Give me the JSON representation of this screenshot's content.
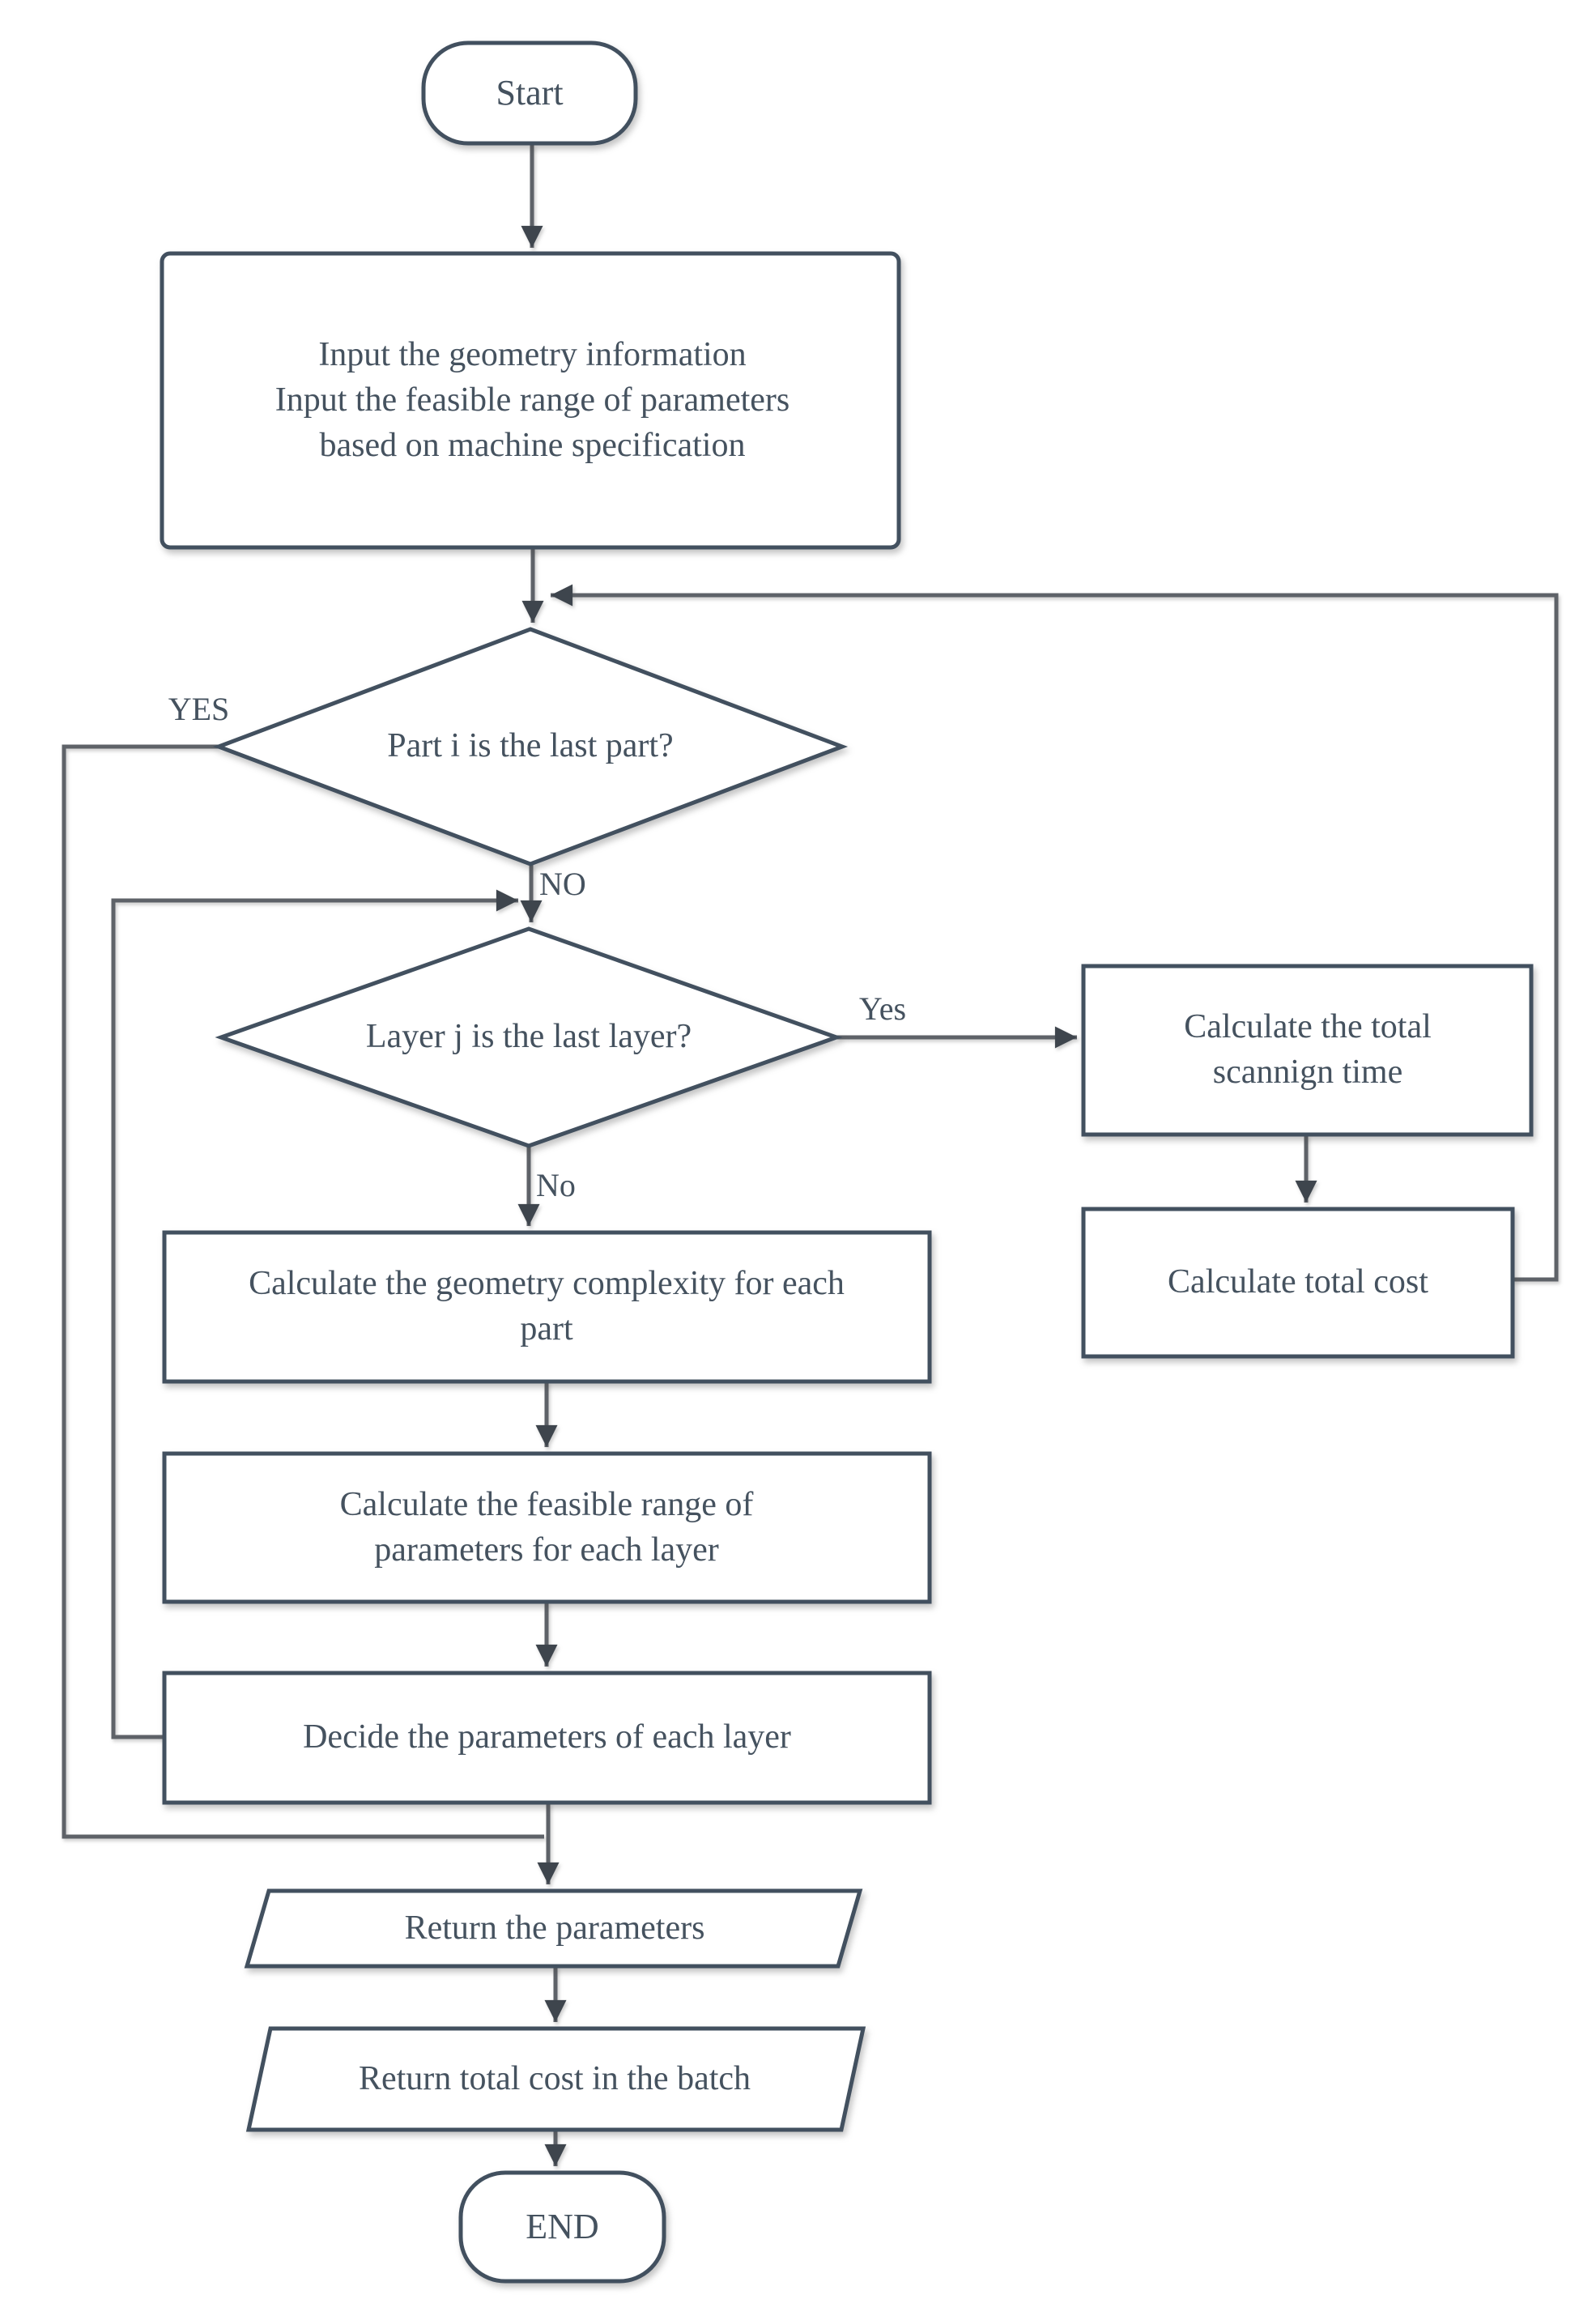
{
  "colors": {
    "background": "#ffffff",
    "shape_fill": "#ffffff",
    "shape_border": "#42505f",
    "text": "#45525f",
    "connector": "#5e6268",
    "arrowhead": "#3e454d"
  },
  "nodes": {
    "start": {
      "type": "terminator",
      "label": "Start"
    },
    "input": {
      "type": "process",
      "line1": "Input the geometry information",
      "line2": "Input the feasible range of parameters based on machine specification"
    },
    "part_decision": {
      "type": "decision",
      "label": "Part i is the last part?"
    },
    "layer_decision": {
      "type": "decision",
      "label": "Layer j is the last layer?"
    },
    "scan_time": {
      "type": "process",
      "label": "Calculate the total scannign time"
    },
    "total_cost": {
      "type": "process",
      "label": "Calculate total cost"
    },
    "geometry_complexity": {
      "type": "process",
      "label": "Calculate the geometry complexity for each part"
    },
    "feasible_range": {
      "type": "process",
      "label": "Calculate the feasible range of parameters for each layer"
    },
    "decide_parameters": {
      "type": "process",
      "label": "Decide the parameters of each layer"
    },
    "return_parameters": {
      "type": "data",
      "label": "Return the parameters"
    },
    "return_total_cost": {
      "type": "data",
      "label": "Return total cost in the batch"
    },
    "end": {
      "type": "terminator",
      "label": "END"
    }
  },
  "edge_labels": {
    "part_yes": "YES",
    "part_no": "NO",
    "layer_yes": "Yes",
    "layer_no": "No"
  }
}
